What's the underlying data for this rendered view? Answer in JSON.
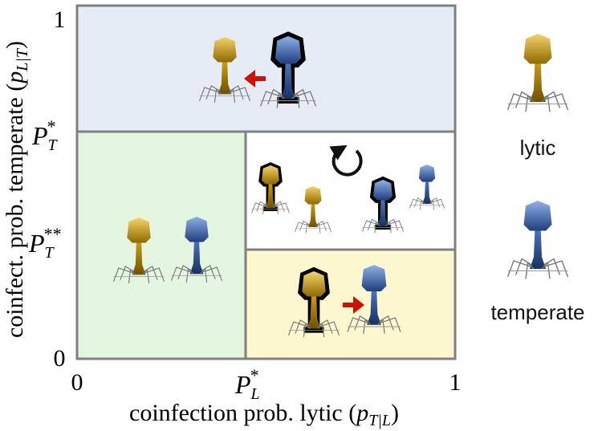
{
  "colors": {
    "lytic_light": "#F6D46A",
    "lytic_dark": "#8E6A00",
    "temperate_light": "#8FB1EA",
    "temperate_dark": "#1F3F7A",
    "region_top": "#E6ECF6",
    "region_left": "#E4F5E0",
    "region_cycle": "#FFFFFF",
    "region_bottom": "#FDF7CF",
    "border": "#808080",
    "arrow": "#CC1100"
  },
  "axes": {
    "x_label_text": "coinfection prob. lytic (",
    "x_label_var": "p",
    "x_label_sub": "T|L",
    "x_label_close": ")",
    "y_label_text": "coinfect. prob. temperate (",
    "y_label_var": "p",
    "y_label_sub": "L|T",
    "y_label_close": ")",
    "x_tick_min": "0",
    "x_tick_max": "1",
    "y_tick_min": "0",
    "y_tick_max": "1",
    "x_threshold_var": "P",
    "x_threshold_sub": "L",
    "x_threshold_sup": "*",
    "y_threshold1_var": "P",
    "y_threshold1_sub": "T",
    "y_threshold1_sup": "*",
    "y_threshold2_var": "P",
    "y_threshold2_sub": "T",
    "y_threshold2_sup": "**"
  },
  "legend": {
    "lytic_label": "lytic",
    "temperate_label": "temperate"
  },
  "icons": {
    "cycle": "cycle-arrow-icon",
    "replace_arrow": "red-arrow-icon",
    "phage": "phage-icon"
  }
}
